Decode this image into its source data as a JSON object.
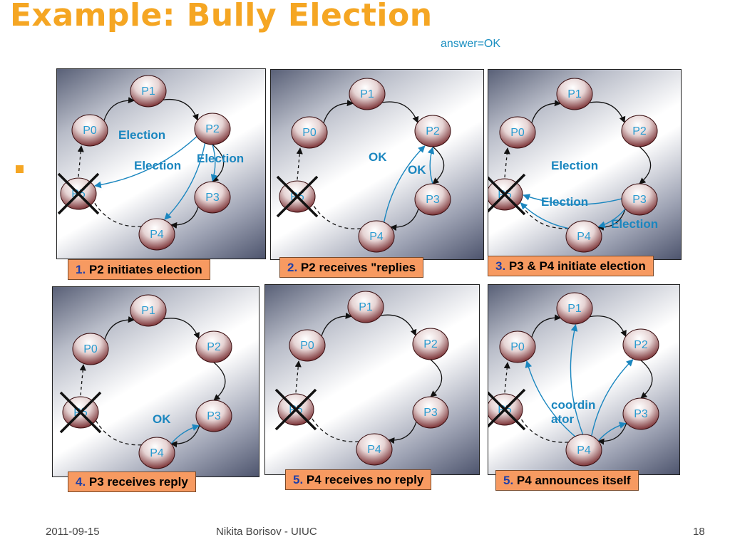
{
  "slide": {
    "title": "Example: Bully Election",
    "subnote": "answer=OK",
    "footer_date": "2011-09-15",
    "footer_author": "Nikita Borisov - UIUC",
    "footer_page": "18"
  },
  "nodes": [
    "P0",
    "P1",
    "P2",
    "P3",
    "P4"
  ],
  "crashed_label": "P5",
  "panels": [
    {
      "caption_num": "1.",
      "caption_text": "P2 initiates election",
      "messages": [
        {
          "from": "P2",
          "to": "P5",
          "label": "Election"
        },
        {
          "from": "P2",
          "to": "P4",
          "label": "Election"
        },
        {
          "from": "P2",
          "to": "P3",
          "label": "Election"
        }
      ]
    },
    {
      "caption_num": "2.",
      "caption_text": "P2 receives \"replies",
      "messages": [
        {
          "from": "P4",
          "to": "P2",
          "label": "OK"
        },
        {
          "from": "P3",
          "to": "P2",
          "label": "OK"
        }
      ]
    },
    {
      "caption_num": "3.",
      "caption_text": "P3 & P4 initiate election",
      "messages": [
        {
          "from": "P3",
          "to": "P5",
          "label": "Election"
        },
        {
          "from": "P4",
          "to": "P5",
          "label": "Election"
        },
        {
          "from": "P3",
          "to": "P4",
          "label": "Election"
        }
      ]
    },
    {
      "caption_num": "4.",
      "caption_text": "P3 receives reply",
      "messages": [
        {
          "from": "P4",
          "to": "P3",
          "label": "OK"
        }
      ]
    },
    {
      "caption_num": "5.",
      "caption_text": "P4 receives no reply",
      "messages": []
    },
    {
      "caption_num": "5.",
      "caption_text": "P4 announces itself",
      "messages": [
        {
          "from": "P4",
          "to": "P0",
          "label": ""
        },
        {
          "from": "P4",
          "to": "P1",
          "label": ""
        },
        {
          "from": "P4",
          "to": "P2",
          "label": ""
        },
        {
          "from": "P4",
          "to": "P3",
          "label": ""
        }
      ],
      "annotation": [
        "coordin",
        "ator"
      ]
    }
  ]
}
